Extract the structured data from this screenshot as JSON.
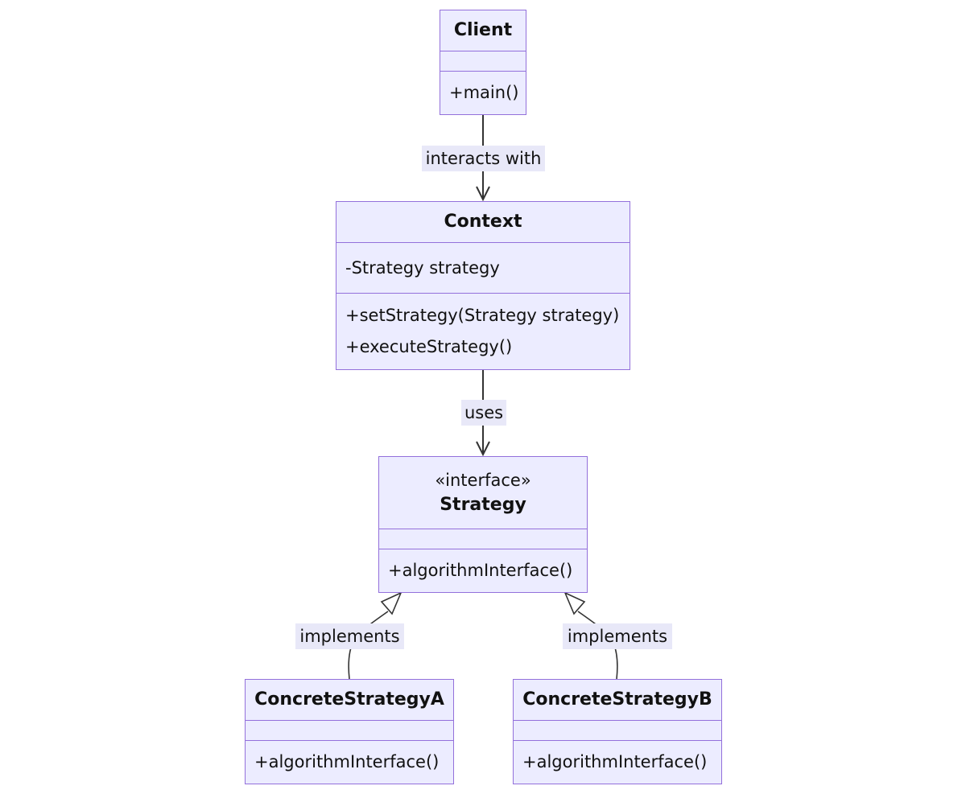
{
  "classes": {
    "client": {
      "name": "Client",
      "attributes": [],
      "methods": [
        "+main()"
      ]
    },
    "context": {
      "name": "Context",
      "attributes": [
        "-Strategy strategy"
      ],
      "methods": [
        "+setStrategy(Strategy strategy)",
        "+executeStrategy()"
      ]
    },
    "strategy": {
      "stereotype": "«interface»",
      "name": "Strategy",
      "attributes": [],
      "methods": [
        "+algorithmInterface()"
      ]
    },
    "concrete_a": {
      "name": "ConcreteStrategyA",
      "attributes": [],
      "methods": [
        "+algorithmInterface()"
      ]
    },
    "concrete_b": {
      "name": "ConcreteStrategyB",
      "attributes": [],
      "methods": [
        "+algorithmInterface()"
      ]
    }
  },
  "relations": {
    "client_context": {
      "label": "interacts with",
      "kind": "association"
    },
    "context_strategy": {
      "label": "uses",
      "kind": "association"
    },
    "a_strategy": {
      "label": "implements",
      "kind": "realization"
    },
    "b_strategy": {
      "label": "implements",
      "kind": "realization"
    }
  },
  "colors": {
    "box_fill": "#ececff",
    "box_border": "#9370db",
    "edge_line": "#333333",
    "label_bg": "#e8e8f8"
  }
}
